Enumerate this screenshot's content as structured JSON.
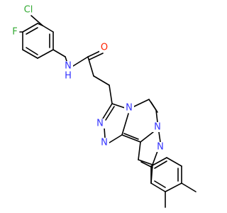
{
  "colors": {
    "bond": "#000000",
    "carbon": "#000000",
    "nitrogen": "#3333ff",
    "oxygen": "#ff2200",
    "fluorine": "#33aa33",
    "chlorine": "#33aa33",
    "hydrogen": "#3333ff",
    "background": "#ffffff"
  },
  "atom_labels": {
    "cl": "Cl",
    "f": "F",
    "n_amide": "N",
    "h_amide": "H",
    "o_carbonyl": "O",
    "n_tri_a": "N",
    "n_tri_b": "N",
    "n_bridge_a": "N",
    "n_bridge_b": "N",
    "n_pyrazole": "N"
  }
}
